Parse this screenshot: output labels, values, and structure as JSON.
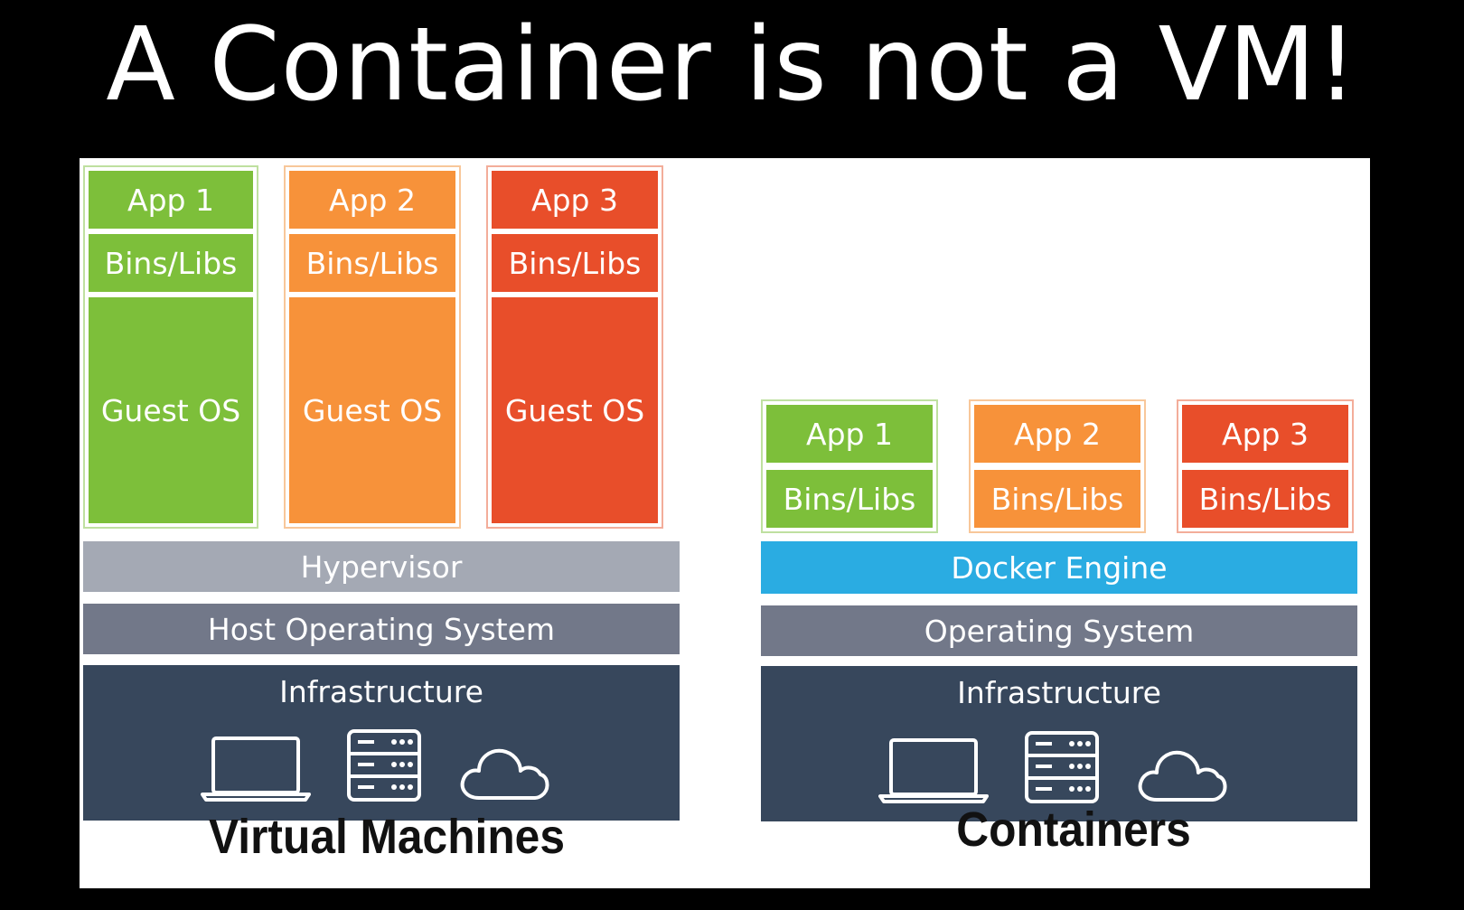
{
  "title": "A Container is not a VM!",
  "vm": {
    "columns": [
      {
        "app": "App 1",
        "bins": "Bins/Libs",
        "os": "Guest OS",
        "color": "#7dbf3a"
      },
      {
        "app": "App 2",
        "bins": "Bins/Libs",
        "os": "Guest OS",
        "color": "#f7923a"
      },
      {
        "app": "App 3",
        "bins": "Bins/Libs",
        "os": "Guest OS",
        "color": "#e84e2a"
      }
    ],
    "hypervisor": "Hypervisor",
    "host_os": "Host Operating System",
    "infrastructure": "Infrastructure",
    "icons": [
      "laptop-icon",
      "server-icon",
      "cloud-icon"
    ],
    "caption": "Virtual Machines"
  },
  "containers": {
    "columns": [
      {
        "app": "App 1",
        "bins": "Bins/Libs",
        "color": "#7dbf3a"
      },
      {
        "app": "App 2",
        "bins": "Bins/Libs",
        "color": "#f7923a"
      },
      {
        "app": "App 3",
        "bins": "Bins/Libs",
        "color": "#e84e2a"
      }
    ],
    "engine": "Docker Engine",
    "os": "Operating System",
    "infrastructure": "Infrastructure",
    "icons": [
      "laptop-icon",
      "server-icon",
      "cloud-icon"
    ],
    "caption": "Containers"
  },
  "colors": {
    "green": "#7dbf3a",
    "orange": "#f7923a",
    "red": "#e84e2a",
    "hypervisor": "#a4a9b4",
    "host_os": "#727889",
    "docker_engine": "#2aace2",
    "infrastructure": "#37475c"
  }
}
